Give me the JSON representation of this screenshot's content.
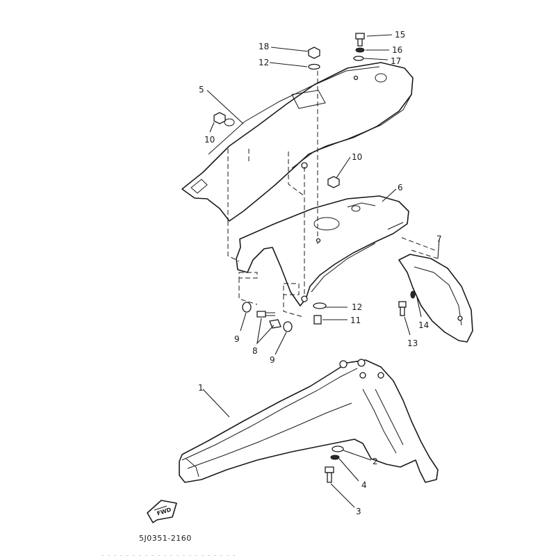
{
  "diagram": {
    "callouts": {
      "c1": "1",
      "c2": "2",
      "c3": "3",
      "c4": "4",
      "c5": "5",
      "c6": "6",
      "c7": "7",
      "c8": "8",
      "c9a": "9",
      "c9b": "9",
      "c10a": "10",
      "c10b": "10",
      "c11": "11",
      "c12a": "12",
      "c12b": "12",
      "c13": "13",
      "c14": "14",
      "c15": "15",
      "c16": "16",
      "c17": "17",
      "c18": "18"
    },
    "fwd_label": "FWD",
    "drawing_code": "5J0351-2160"
  }
}
